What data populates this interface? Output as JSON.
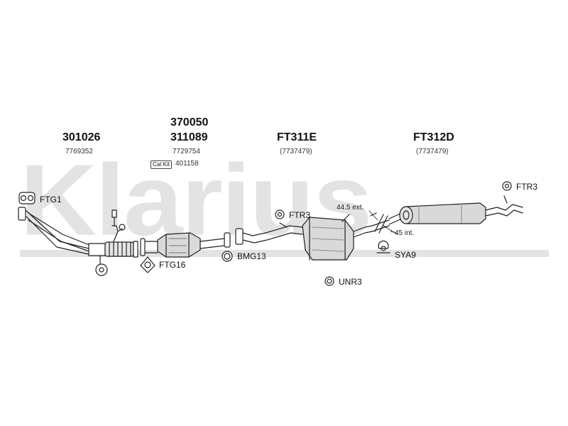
{
  "watermark": "Klarius",
  "sections": [
    {
      "part_number": "301026",
      "reference": "7769352"
    },
    {
      "part_number": "370050"
    },
    {
      "part_number": "311089",
      "reference": "7729754"
    },
    {
      "part_number": "FT311E",
      "reference": "(7737479)"
    },
    {
      "part_number": "FT312D",
      "reference": "(7737479)"
    }
  ],
  "cat_kit": {
    "badge": "Cat Kit",
    "number": "401158"
  },
  "fittings": {
    "ftg1": "FTG1",
    "ftg16": "FTG16",
    "bmg13": "BMG13",
    "ftr3_mid": "FTR3",
    "ftr3_right": "FTR3",
    "unr3": "UNR3",
    "sya9": "SYA9"
  },
  "dimensions": {
    "ext": "44.5 ext.",
    "int": "45 int."
  },
  "colors": {
    "line": "#222222",
    "part_fill": "#d9d9d9",
    "watermark": "#e3e3e3"
  }
}
